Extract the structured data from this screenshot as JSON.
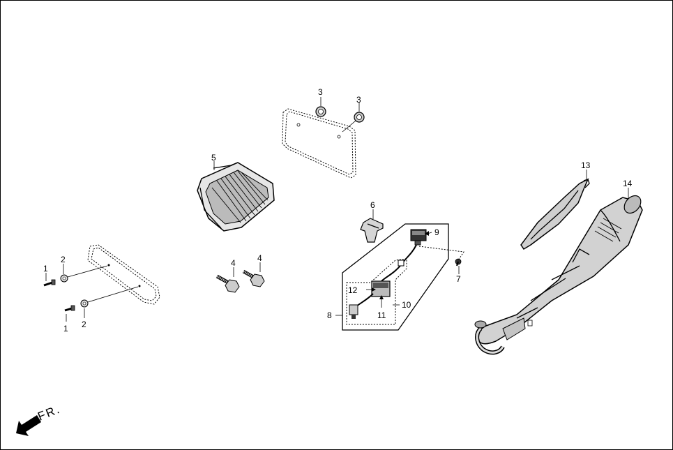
{
  "diagram": {
    "callouts": {
      "c1a": "1",
      "c1b": "1",
      "c2a": "2",
      "c2b": "2",
      "c3a": "3",
      "c3b": "3",
      "c4a": "4",
      "c4b": "4",
      "c5": "5",
      "c6": "6",
      "c7": "7",
      "c8": "8",
      "c9": "9",
      "c10": "10",
      "c11": "11",
      "c12": "12",
      "c13": "13",
      "c14": "14"
    },
    "direction_label": "FR."
  },
  "colors": {
    "line": "#000000",
    "background": "#ffffff",
    "part_fill": "#cfcfcf",
    "dark_fill": "#222222"
  },
  "icons": {
    "front_arrow": "front-direction-arrow-icon"
  }
}
